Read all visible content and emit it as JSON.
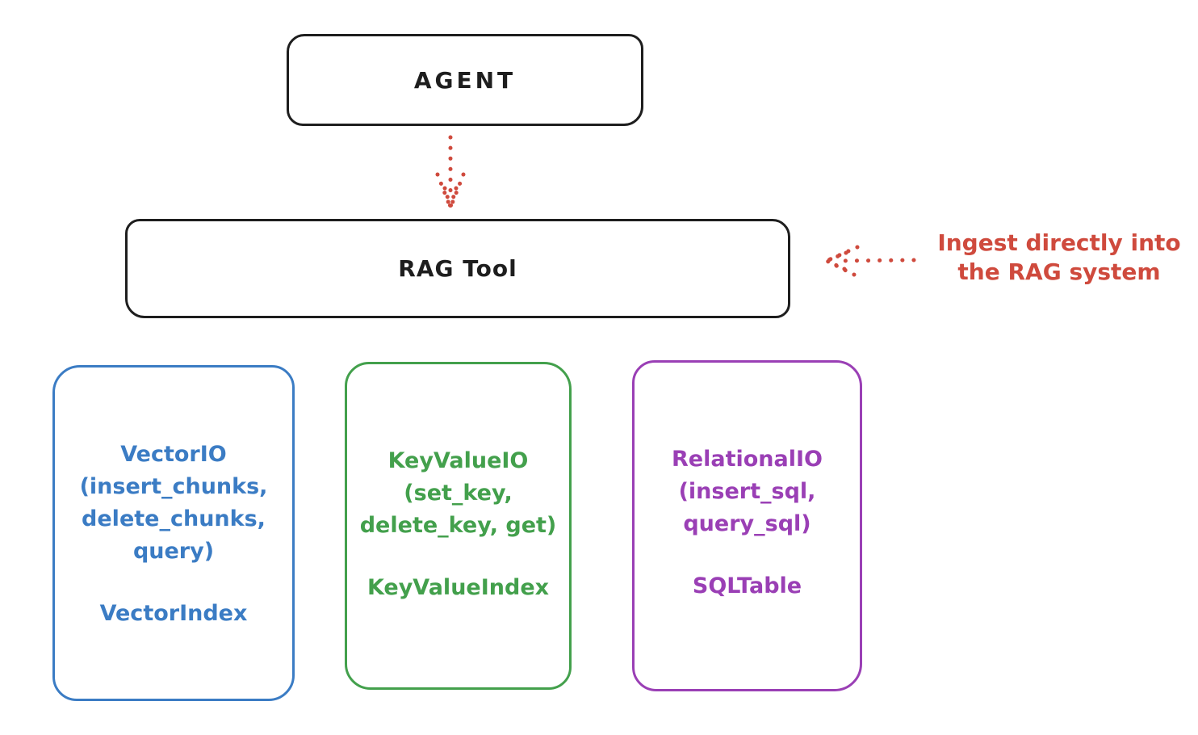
{
  "agent_box": {
    "label": "AGENT"
  },
  "rag_tool_box": {
    "label": "RAG Tool"
  },
  "annotation": {
    "line1": "Ingest directly into",
    "line2": "the RAG system"
  },
  "boxes": [
    {
      "title": "VectorIO",
      "params_lines": [
        "(insert_chunks,",
        "delete_chunks,",
        "query)"
      ],
      "index_label": "VectorIndex",
      "accent": "#3b7cc4"
    },
    {
      "title": "KeyValueIO",
      "params_lines": [
        "(set_key,",
        "delete_key, get)"
      ],
      "index_label": "KeyValueIndex",
      "accent": "#43a04c"
    },
    {
      "title": "RelationalIO",
      "params_lines": [
        "(insert_sql,",
        "query_sql)"
      ],
      "index_label": "SQLTable",
      "accent": "#9a3fb5"
    }
  ],
  "colors": {
    "outline": "#1e1e1e",
    "arrow_red": "#cf4a3d",
    "vector_blue": "#3b7cc4",
    "keyvalue_green": "#43a04c",
    "relational_purple": "#9a3fb5",
    "background": "#ffffff"
  }
}
